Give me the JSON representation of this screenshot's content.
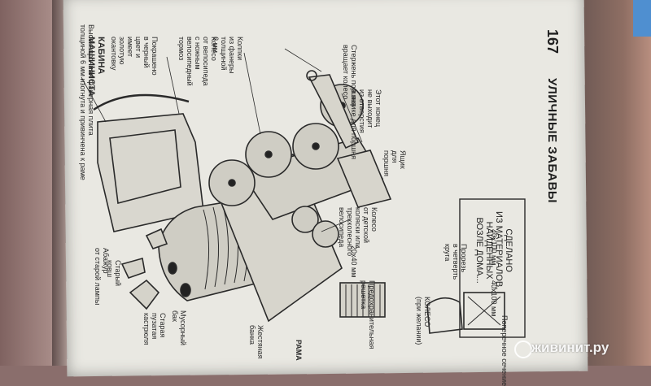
{
  "page": {
    "number": "167",
    "chapter_title": "УЛИЧНЫЕ ЗАБАВЫ"
  },
  "labels": {
    "plywood_plate": "Высокопрочная фанерная плита\nтолщиной 6 мм изогнута и привинчена к раме",
    "cab": "КАБИНА\nМАШИНИСТА",
    "painted": "Покрашено\nв черный\nцвет и\nимеет\nзолотую\nокантовку",
    "bicycle_wheel": "Колесо\nот велосипеда\nс ножным\nвелосипедный\nтормоз",
    "plywood_hubs": "Колпки\nиз фанеры\nтолщиной\n6 мм",
    "piston_rod": "Стержень поршня\nвращает колесо",
    "rod_end": "Этот конец\nне выходит\nиз отверстия\nв ящике для поршня",
    "piston_box": "Ящик\nдля\nпоршня",
    "stroller_wheel": "Колесо\nот детской\nколяски или\nтрехколесного\nвелосипеда",
    "lamp_shade": "Абажур\nот старой лампы",
    "old_bucket": "Старый\nковш",
    "old_pan": "Старая\nпузатая\nкастрюля",
    "bin": "Мусорный\nбак",
    "tank": "Жестяная\nбанка",
    "frame": "РАМА",
    "size_20x40": "20x40 мм",
    "protective_grille": "Предохранительная\nрешетка",
    "slot_quarter": "Прорезь\nв четверть\nкруга",
    "size_40x100_a": "40x100 мм",
    "size_40x100_b": "40x100 мм",
    "wheel_optional": "КОЛЕСО\n(при желании)",
    "cross_section": "Поперечное сечение",
    "made_from": "СДЕЛАНО\nИЗ МАТЕРИАЛОВ,\nНАЙДЕННЫХ\nВОЗЛЕ ДОМА..."
  },
  "watermark": {
    "text": "живинит.ру"
  },
  "colors": {
    "paper": "#e9e8e2",
    "ink": "#1e1e1e",
    "background": "#8a6e6c"
  }
}
